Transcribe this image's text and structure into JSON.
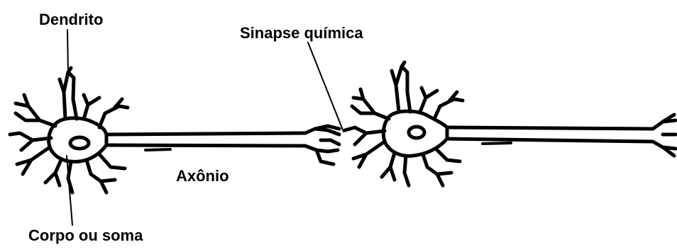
{
  "labels": {
    "dendrite": "Dendrito",
    "chemical_synapse": "Sinapse química",
    "axon": "Axônio",
    "cell_body": "Corpo ou soma"
  },
  "colors": {
    "ink": "#000000",
    "background": "#ffffff"
  }
}
